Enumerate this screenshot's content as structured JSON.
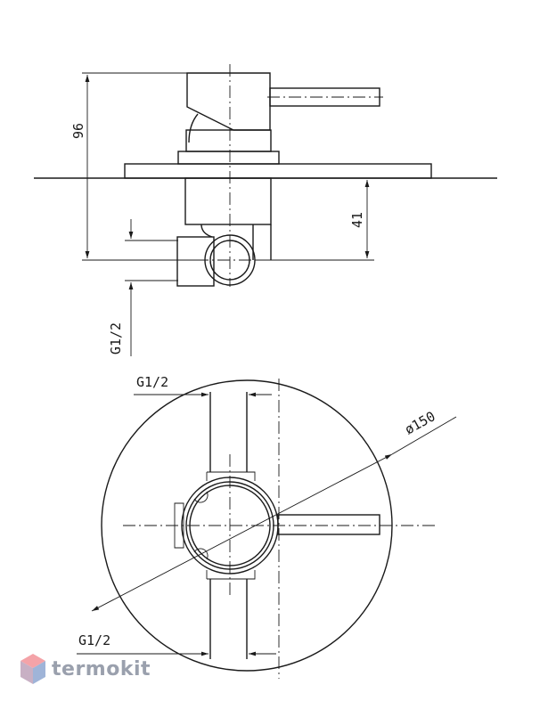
{
  "dimensions": {
    "height_total": "96",
    "height_from_wall": "41",
    "thread_side": "G1/2",
    "thread_top": "G1/2",
    "thread_bottom": "G1/2",
    "diameter": "ø150"
  },
  "watermark": {
    "brand": "termokit",
    "colors": {
      "logo_top": "#f4a3a8",
      "logo_bottom": "#9fb4d8",
      "text": "#9aa0ad"
    }
  }
}
